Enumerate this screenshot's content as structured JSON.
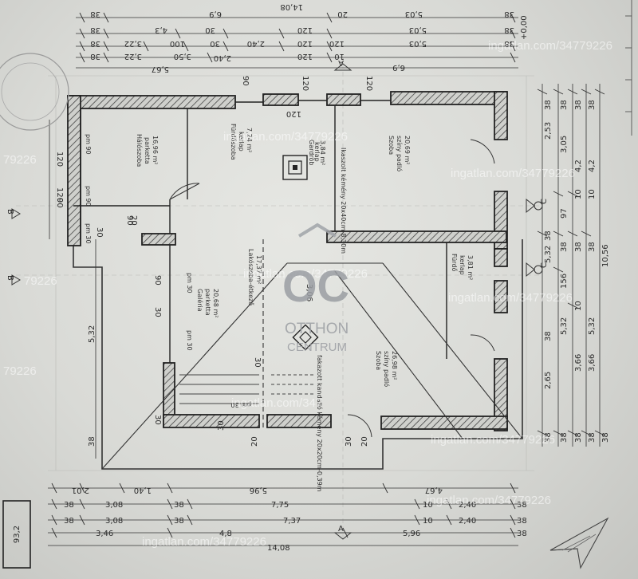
{
  "watermark": {
    "text": "ingatlan.com/34779226",
    "fragment_a": "79226",
    "fragment_b": "ingatlan.com/347"
  },
  "logo": {
    "mono": "OC",
    "line1": "OTTHON",
    "line2": "CENTRUM"
  },
  "area_stamp": "93,2",
  "level_mark": "+0,00",
  "section_marks": {
    "a": "A",
    "b": "B",
    "c": "C"
  },
  "top_dims": {
    "row1": [
      "38",
      "6,9",
      "20",
      "5,03",
      "38"
    ],
    "row2": [
      "38",
      "4,3",
      "30",
      "120",
      "2,40",
      "5,03",
      "38"
    ],
    "row3": [
      "38",
      "3,22",
      "100",
      "30",
      "120",
      "2,40",
      "120",
      "5,03",
      "38"
    ],
    "row4": [
      "38",
      "3,22",
      "3,50",
      "120",
      "6,9",
      "10"
    ],
    "row5": [
      "5,67",
      "14,08"
    ],
    "window_tops": [
      "90",
      "120",
      "120",
      "120"
    ]
  },
  "bottom_dims": {
    "row1": [
      "2,01",
      "1,40",
      "5,96",
      "4,67"
    ],
    "row2": [
      "38",
      "3,08",
      "38",
      "7,75",
      "2,40",
      "10",
      "38"
    ],
    "row3": [
      "38",
      "3,08",
      "38",
      "7,37",
      "2,40",
      "10",
      "38"
    ],
    "row4": [
      "3,46",
      "4,8",
      "5,96",
      "38"
    ],
    "row5": [
      "14,08"
    ],
    "door_marks": [
      "30",
      "20",
      "30",
      "20"
    ]
  },
  "right_dims": {
    "col1": [
      "38",
      "2,53",
      "38",
      "5,32",
      "38",
      "2,65",
      "38"
    ],
    "col2": [
      "38",
      "3,05",
      "97",
      "38",
      "156",
      "5,32",
      "38"
    ],
    "col3": [
      "38",
      "4,2",
      "10",
      "38",
      "10",
      "3,66",
      "38"
    ],
    "col4": [
      "38",
      "4,2",
      "10",
      "38",
      "3,66",
      "38"
    ],
    "col5": [
      "10,56",
      "5,32",
      "38"
    ]
  },
  "left_dims": {
    "outer": [
      "5,32",
      "38"
    ],
    "inner": [
      "120",
      "90",
      "120",
      "90",
      "30",
      "90",
      "30"
    ]
  },
  "rooms": [
    {
      "name": "Hálószoba",
      "floor": "parketta",
      "area": "16,96 m²"
    },
    {
      "name": "Fürdőszoba",
      "floor": "kerlap",
      "area": "7,24 m²"
    },
    {
      "name": "Gardrób",
      "floor": "kerlap",
      "area": "3,84 m²"
    },
    {
      "name": "Szoba",
      "floor": "színy padló",
      "area": "20,69 m²"
    },
    {
      "name": "Lakószoba-étkező",
      "floor": "",
      "area": "17,37 m²"
    },
    {
      "name": "Galéria",
      "floor": "parketta",
      "area": "20,68 m²"
    },
    {
      "name": "Fürdő",
      "floor": "kerlap",
      "area": "3,81 m²"
    },
    {
      "name": "Szoba",
      "floor": "színy padló",
      "area": "26,98 m²"
    }
  ],
  "notes": {
    "chimney": "Ikaszolt kémény 20x40cm-8,30m",
    "stove": "fakazott kandalló kémény 20x20cm-0,39m",
    "stair_dims": [
      "3,06",
      "20",
      "30",
      "30"
    ]
  },
  "window_labels": [
    "pm 90",
    "pm 90",
    "pm 30",
    "pm 30",
    "pm 30",
    "pm 30"
  ]
}
